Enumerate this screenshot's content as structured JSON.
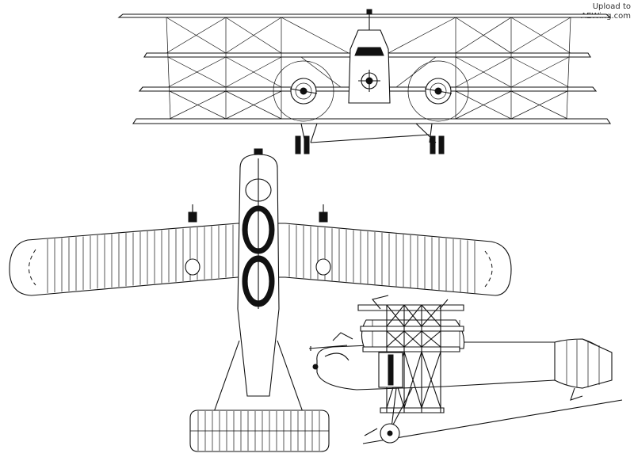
{
  "watermark": {
    "line1": "Upload to",
    "line2": "AEWing.com"
  },
  "views": [
    "front",
    "top",
    "side"
  ]
}
